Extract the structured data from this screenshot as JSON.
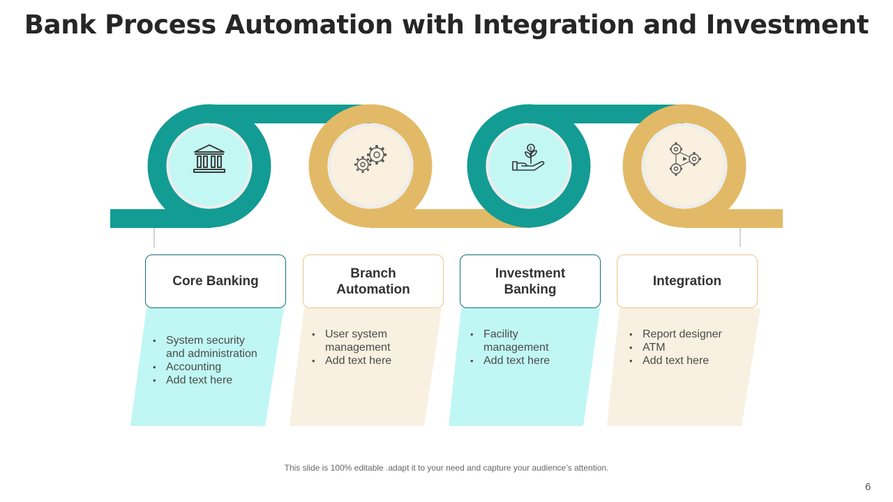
{
  "title": "Bank Process Automation with Integration and Investment",
  "colors": {
    "teal": "#139c94",
    "gold": "#e2ba67",
    "teal_panel": "#c0f7f4",
    "gold_panel": "#f8f0e0"
  },
  "steps": [
    {
      "label": "Core Banking",
      "icon": "bank-building-icon",
      "theme": "teal",
      "bullets": [
        "System security\nand administration",
        "Accounting",
        "Add text here"
      ]
    },
    {
      "label": "Branch\nAutomation",
      "icon": "gears-icon",
      "theme": "gold",
      "bullets": [
        "User system\nmanagement",
        "Add text here"
      ]
    },
    {
      "label": "Investment\nBanking",
      "icon": "hand-money-plant-icon",
      "theme": "teal",
      "bullets": [
        "Facility\nmanagement",
        "Add text here"
      ]
    },
    {
      "label": "Integration",
      "icon": "gear-network-icon",
      "theme": "gold",
      "bullets": [
        "Report designer",
        "ATM",
        "Add text here"
      ]
    }
  ],
  "footer": "This slide is 100% editable .adapt it to your need and capture your audience’s attention.",
  "page_number": "6"
}
